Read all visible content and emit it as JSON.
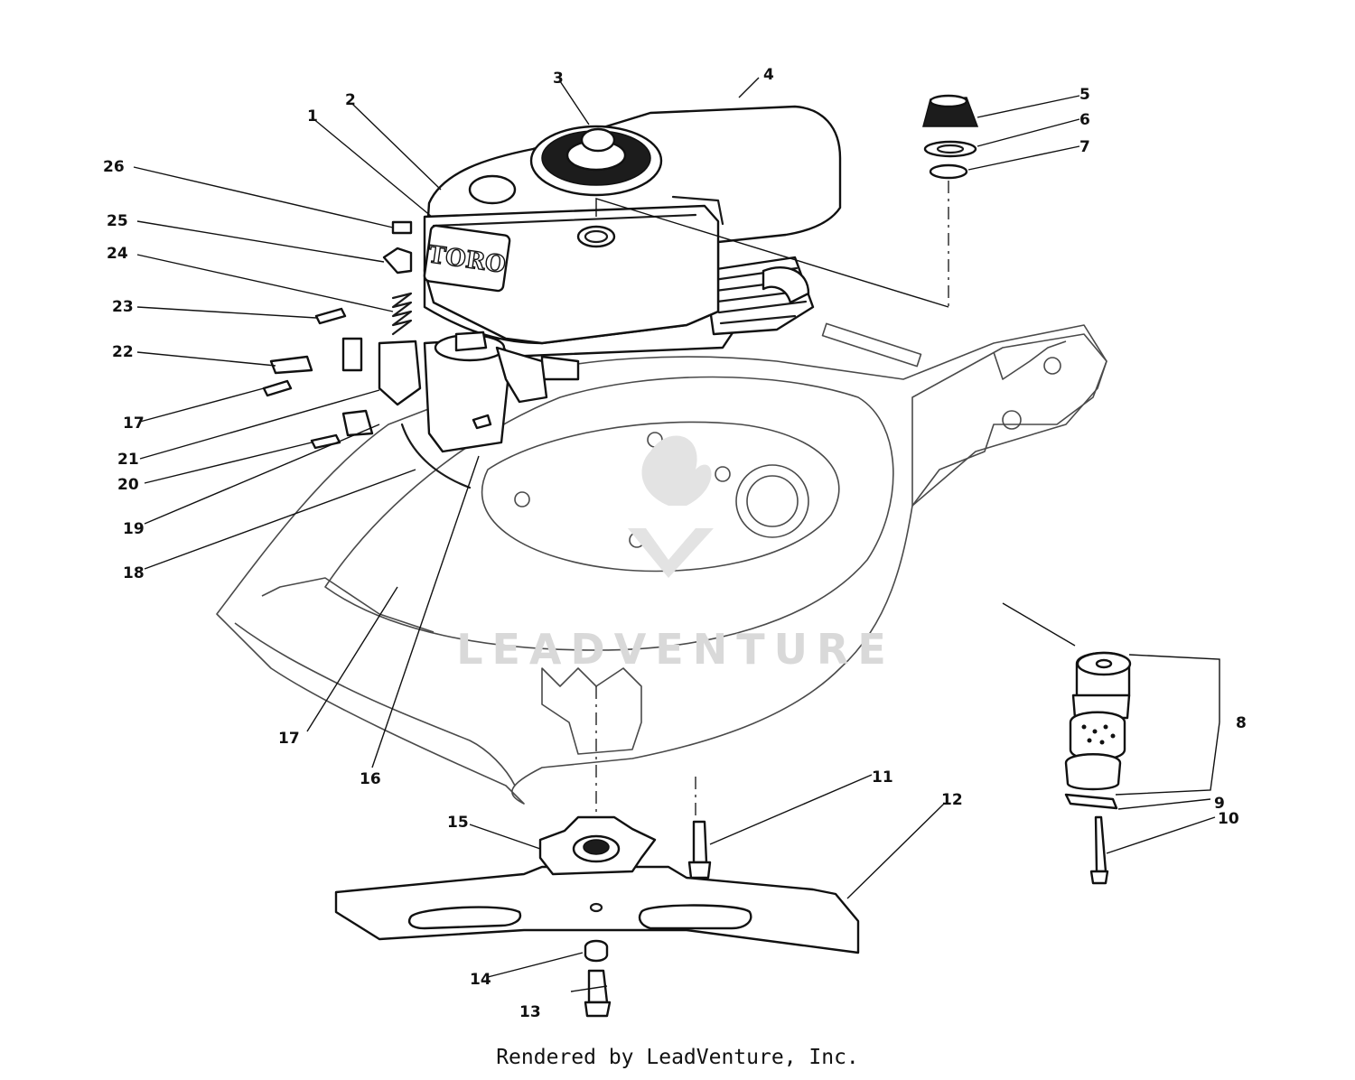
{
  "diagram": {
    "brand_logo_text": "TORO",
    "watermark_text": "LEADVENTURE",
    "footer_text": "Rendered by LeadVenture, Inc.",
    "callouts": [
      {
        "id": "c1",
        "label": "1"
      },
      {
        "id": "c2",
        "label": "2"
      },
      {
        "id": "c3",
        "label": "3"
      },
      {
        "id": "c4",
        "label": "4"
      },
      {
        "id": "c5",
        "label": "5"
      },
      {
        "id": "c6",
        "label": "6"
      },
      {
        "id": "c7",
        "label": "7"
      },
      {
        "id": "c8",
        "label": "8"
      },
      {
        "id": "c9",
        "label": "9"
      },
      {
        "id": "c10",
        "label": "10"
      },
      {
        "id": "c11",
        "label": "11"
      },
      {
        "id": "c12",
        "label": "12"
      },
      {
        "id": "c13",
        "label": "13"
      },
      {
        "id": "c14",
        "label": "14"
      },
      {
        "id": "c15",
        "label": "15"
      },
      {
        "id": "c16",
        "label": "16"
      },
      {
        "id": "c17a",
        "label": "17"
      },
      {
        "id": "c17b",
        "label": "17"
      },
      {
        "id": "c18",
        "label": "18"
      },
      {
        "id": "c19",
        "label": "19"
      },
      {
        "id": "c20",
        "label": "20"
      },
      {
        "id": "c21",
        "label": "21"
      },
      {
        "id": "c22",
        "label": "22"
      },
      {
        "id": "c23",
        "label": "23"
      },
      {
        "id": "c24",
        "label": "24"
      },
      {
        "id": "c25",
        "label": "25"
      },
      {
        "id": "c26",
        "label": "26"
      }
    ]
  }
}
